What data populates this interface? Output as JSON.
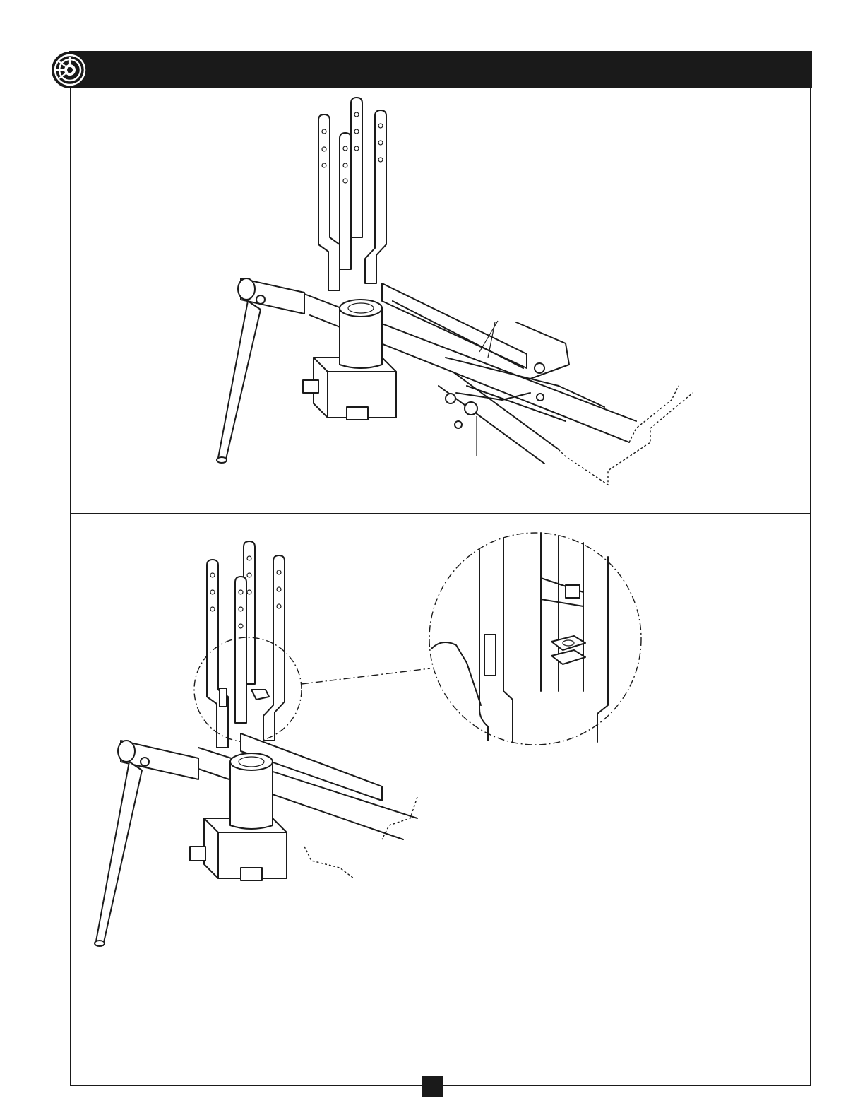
{
  "header": {
    "icon": "assembly-target-icon",
    "title": ""
  },
  "figures": [
    {
      "id": "step-top",
      "icon": "splitter-frame-assembly-illustration"
    },
    {
      "id": "step-bottom",
      "icon": "splitter-frame-detail-illustration"
    }
  ],
  "footer": {
    "page_tab_icon": "page-number-tab"
  },
  "colors": {
    "ink": "#1a1a1a",
    "paper": "#ffffff"
  }
}
